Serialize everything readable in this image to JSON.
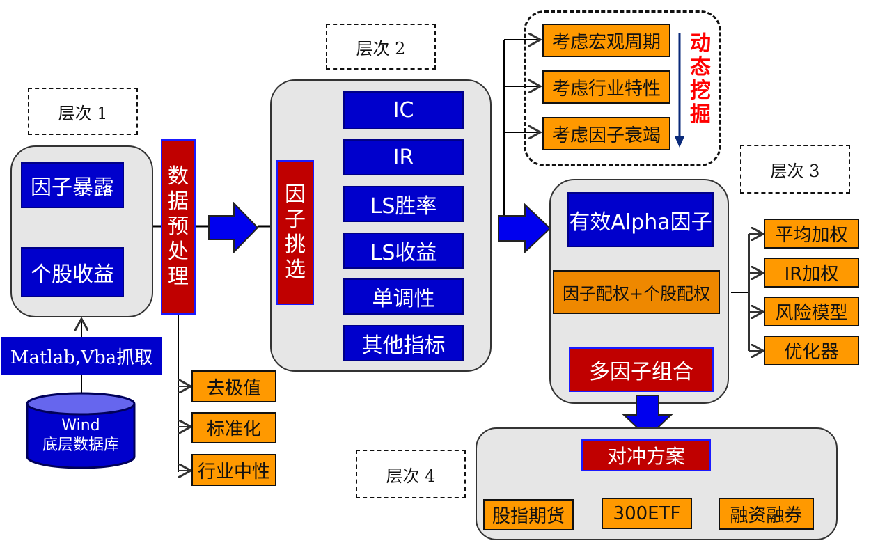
{
  "levels": {
    "level1": "层次 1",
    "level2": "层次 2",
    "level3": "层次 3",
    "level4": "层次 4"
  },
  "level1": {
    "inputs": [
      "因子暴露",
      "个股收益"
    ],
    "fetch": "Matlab,Vba抓取",
    "database": {
      "line1": "Wind",
      "line2": "底层数据库"
    }
  },
  "preprocess": {
    "title_chars": [
      "数",
      "据",
      "预",
      "处",
      "理"
    ],
    "steps": [
      "去极值",
      "标准化",
      "行业中性"
    ]
  },
  "level2": {
    "title_chars": [
      "因",
      "子",
      "挑",
      "选"
    ],
    "metrics": [
      "IC",
      "IR",
      "LS胜率",
      "LS收益",
      "单调性",
      "其他指标"
    ]
  },
  "dynamic": {
    "items": [
      "考虑宏观周期",
      "考虑行业特性",
      "考虑因子衰竭"
    ],
    "label_chars": [
      "动",
      "态",
      "挖",
      "掘"
    ]
  },
  "level3": {
    "alpha": "有效Alpha因子",
    "weighting": "因子配权+个股配权",
    "portfolio": "多因子组合",
    "methods": [
      "平均加权",
      "IR加权",
      "风险模型",
      "优化器"
    ]
  },
  "level4": {
    "hedge": "对冲方案",
    "tools": [
      "股指期货",
      "300ETF",
      "融资融券"
    ]
  },
  "colors": {
    "blue": "#0000cc",
    "red": "#c00000",
    "orange": "#ff9900",
    "panel": "#e6e6e6",
    "dynamic_label": "#ff0000",
    "dynamic_arrow": "#0a2a7a"
  }
}
